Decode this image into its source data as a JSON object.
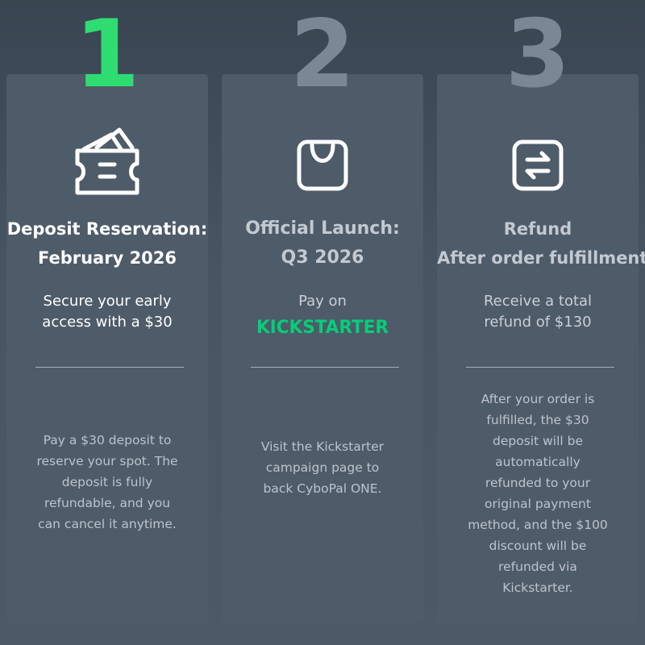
{
  "steps": [
    {
      "number": "1",
      "icon": "wallet-icon",
      "title_lines": [
        "Deposit Reservation:",
        "February 2026"
      ],
      "subtitle_lines": [
        "Secure your early",
        "access with a $30"
      ],
      "body_lines": [
        "Pay a $30 deposit to",
        "reserve your spot. The",
        "deposit is fully",
        "refundable, and you",
        "can cancel it anytime."
      ],
      "accent_color": "#2fdc72"
    },
    {
      "number": "2",
      "icon": "shopping-bag-icon",
      "title_lines": [
        "Official Launch:",
        "Q3 2026"
      ],
      "subtitle_lines": [
        "Pay on"
      ],
      "logo": {
        "name": "kickstarter-logo",
        "text": "KICKSTARTER",
        "color": "#05ce78"
      },
      "body_lines": [
        "Visit the Kickstarter",
        "campaign page to",
        "back CyboPal ONE."
      ]
    },
    {
      "number": "3",
      "icon": "exchange-arrows-icon",
      "title_lines": [
        "Refund",
        "After order fulfillment"
      ],
      "subtitle_lines": [
        "Receive a total",
        "refund of $130"
      ],
      "body_lines": [
        "After your order is",
        "fulfilled, the $30",
        "deposit will be",
        "automatically",
        "refunded to your",
        "original payment",
        "method, and the $100",
        "discount will be",
        "refunded via",
        "Kickstarter."
      ]
    }
  ]
}
